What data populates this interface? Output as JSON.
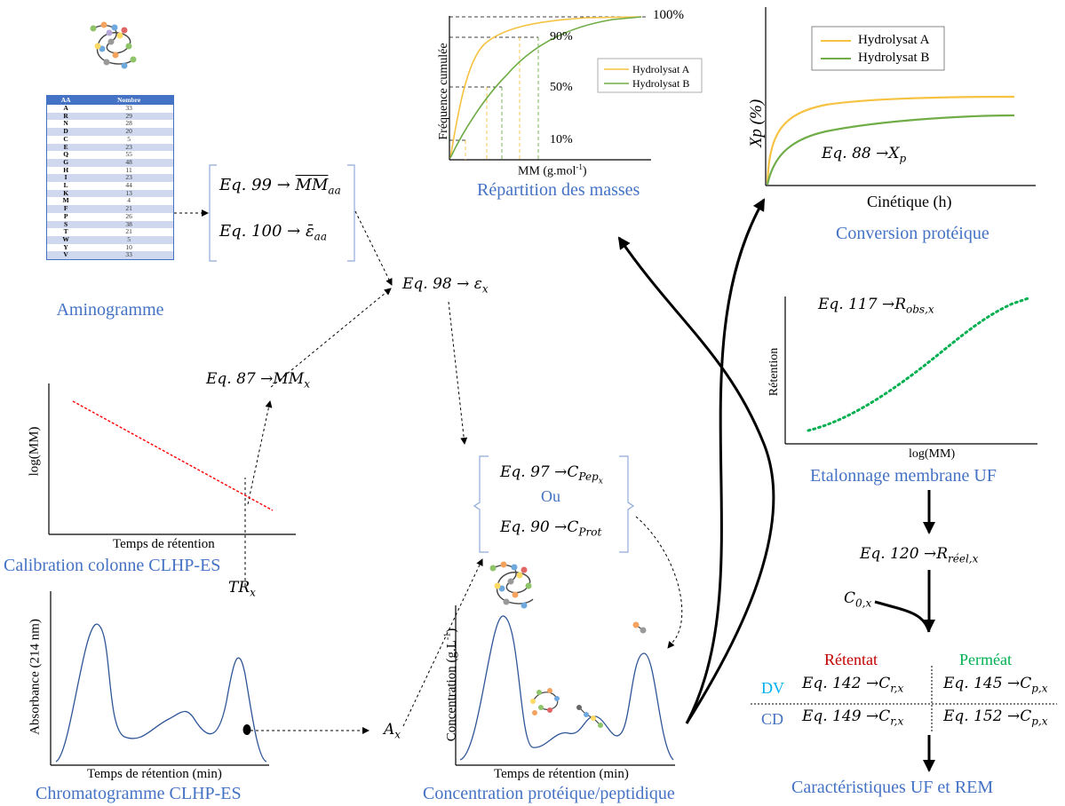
{
  "colors": {
    "caption_blue": "#4472c4",
    "retentat_red": "#c00000",
    "permeat_green": "#00b050",
    "dv_cyan": "#00b0f0",
    "hydrolysat_a": "#f5c242",
    "hydrolysat_b": "#70ad47",
    "calibration_red": "#ff0000",
    "curve_blue": "#2f5597",
    "etalonnage_green": "#00b050"
  },
  "icons": [
    "protein-coil-icon",
    "peptide-fragment-icon"
  ],
  "aminogramme": {
    "caption": "Aminogramme",
    "header": [
      "AA",
      "Nombre"
    ],
    "rows": [
      [
        "A",
        "33"
      ],
      [
        "R",
        "29"
      ],
      [
        "N",
        "28"
      ],
      [
        "D",
        "20"
      ],
      [
        "C",
        "5"
      ],
      [
        "E",
        "23"
      ],
      [
        "Q",
        "55"
      ],
      [
        "G",
        "48"
      ],
      [
        "H",
        "11"
      ],
      [
        "I",
        "23"
      ],
      [
        "L",
        "44"
      ],
      [
        "K",
        "13"
      ],
      [
        "M",
        "4"
      ],
      [
        "F",
        "21"
      ],
      [
        "P",
        "26"
      ],
      [
        "S",
        "38"
      ],
      [
        "T",
        "21"
      ],
      [
        "W",
        "5"
      ],
      [
        "Y",
        "10"
      ],
      [
        "V",
        "33"
      ]
    ]
  },
  "equations": {
    "eq99": "Eq. 99 → MM̅̅aa",
    "eq100": "Eq. 100 → ε̅aa",
    "eq98": "Eq. 98 → εx",
    "eq87": "Eq. 87 →MMx",
    "trx": "TRx",
    "ax": "Ax",
    "eq97": "Eq. 97 →CPepx",
    "ou": "Ou",
    "eq90": "Eq. 90 →CProt",
    "eq88": "Eq. 88 →Xp",
    "eq117": "Eq. 117 →Robs,x",
    "eq120": "Eq. 120 →Rréel,x",
    "c0x": "C0,x"
  },
  "eq_parts": {
    "eq99_prefix": "Eq. 99 → ",
    "eq99_sym": "MM",
    "eq99_sub": "aa",
    "eq100_prefix": "Eq. 100 → ",
    "eq100_sym": "ε̄",
    "eq100_sub": "aa",
    "eq98_prefix": "Eq. 98 → ",
    "eq98_sym": "ε",
    "eq98_sub": "x",
    "eq87_prefix": "Eq. 87 →",
    "eq87_sym": "MM",
    "eq87_sub": "x",
    "trx_sym": "TR",
    "trx_sub": "x",
    "ax_sym": "A",
    "ax_sub": "x",
    "eq97_prefix": "Eq. 97 →",
    "eq97_sym": "C",
    "eq97_sub": "Pep",
    "eq97_subsub": "x",
    "ou": "Ou",
    "eq90_prefix": "Eq. 90 →",
    "eq90_sym": "C",
    "eq90_sub": "Prot",
    "eq88_prefix": "Eq. 88 →",
    "eq88_sym": "X",
    "eq88_sub": "p",
    "eq117_prefix": "Eq. 117 →",
    "eq117_sym": "R",
    "eq117_sub": "obs,x",
    "eq120_prefix": "Eq. 120 →",
    "eq120_sym": "R",
    "eq120_sub": "réel,x",
    "c0x_sym": "C",
    "c0x_sub": "0,x"
  },
  "calibration": {
    "caption": "Calibration colonne CLHP-ES",
    "xlabel": "Temps de rétention",
    "ylabel": "log(MM)"
  },
  "chromatogramme": {
    "caption": "Chromatogramme CLHP-ES",
    "xlabel": "Temps de rétention (min)",
    "ylabel": "Absorbance (214 nm)"
  },
  "concentration": {
    "caption": "Concentration protéique/peptidique",
    "xlabel": "Temps de rétention (min)",
    "ylabel": "Concentration (g.L",
    "ylabel_sup": "-1",
    "ylabel_end": ")"
  },
  "repartition": {
    "caption": "Répartition des masses",
    "xlabel": "MM (g.mol",
    "xlabel_sup": "-1",
    "xlabel_end": ")",
    "ylabel": "Fréquence cumulée",
    "levels": [
      "100%",
      "90%",
      "50%",
      "10%"
    ],
    "legend": [
      "Hydrolysat A",
      "Hydrolysat B"
    ]
  },
  "conversion": {
    "caption": "Conversion protéique",
    "xlabel": "Cinétique (h)",
    "ylabel": "Xp (%)",
    "legend": [
      "Hydrolysat A",
      "Hydrolysat B"
    ]
  },
  "etalonnage": {
    "caption": "Etalonnage membrane UF",
    "xlabel": "log(MM)",
    "ylabel": "Rétention"
  },
  "uf_table": {
    "retentat": "Rétentat",
    "permeat": "Perméat",
    "dv": "DV",
    "cd": "CD",
    "dv_ret_prefix": "Eq. 142 →",
    "dv_ret_sub": "r,x",
    "dv_perm_prefix": "Eq. 145 →",
    "dv_perm_sub": "p,x",
    "cd_ret_prefix": "Eq. 149 →",
    "cd_ret_sub": "r,x",
    "cd_perm_prefix": "Eq. 152 →",
    "cd_perm_sub": "p,x",
    "sym": "C"
  },
  "final_caption": "Caractéristiques UF et REM"
}
